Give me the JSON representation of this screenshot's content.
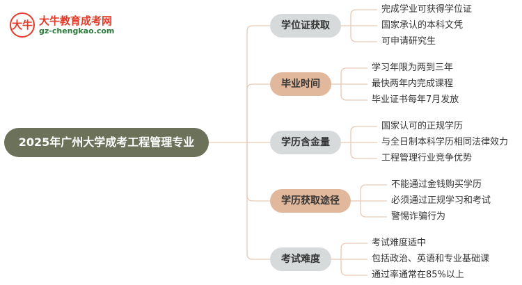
{
  "logo": {
    "mark": "大牛",
    "title": "大牛教育成考网",
    "url": "gz-chengkao.com"
  },
  "root": {
    "label": "2025年广州大学成考工程管理专业"
  },
  "colors": {
    "root_fill": "#6b7259",
    "branch_grey": "#d7dadb",
    "branch_tan": "#e1b89c",
    "line": "#e8c9b5"
  },
  "branches": [
    {
      "label": "学位证获取",
      "style": "grey",
      "leaves": [
        "完成学业可获得学位证",
        "国家承认的本科文凭",
        "可申请研究生"
      ]
    },
    {
      "label": "毕业时间",
      "style": "tan",
      "leaves": [
        "学习年限为两到三年",
        "最快两年内完成课程",
        "毕业证书每年7月发放"
      ]
    },
    {
      "label": "学历含金量",
      "style": "grey",
      "leaves": [
        "国家认可的正规学历",
        "与全日制本科学历相同法律效力",
        "工程管理行业竞争优势"
      ]
    },
    {
      "label": "学历获取途径",
      "style": "tan",
      "leaves": [
        "不能通过金钱购买学历",
        "必须通过正规学习和考试",
        "警惕诈骗行为"
      ]
    },
    {
      "label": "考试难度",
      "style": "grey",
      "leaves": [
        "考试难度适中",
        "包括政治、英语和专业基础课",
        "通过率通常在85%以上"
      ]
    }
  ]
}
